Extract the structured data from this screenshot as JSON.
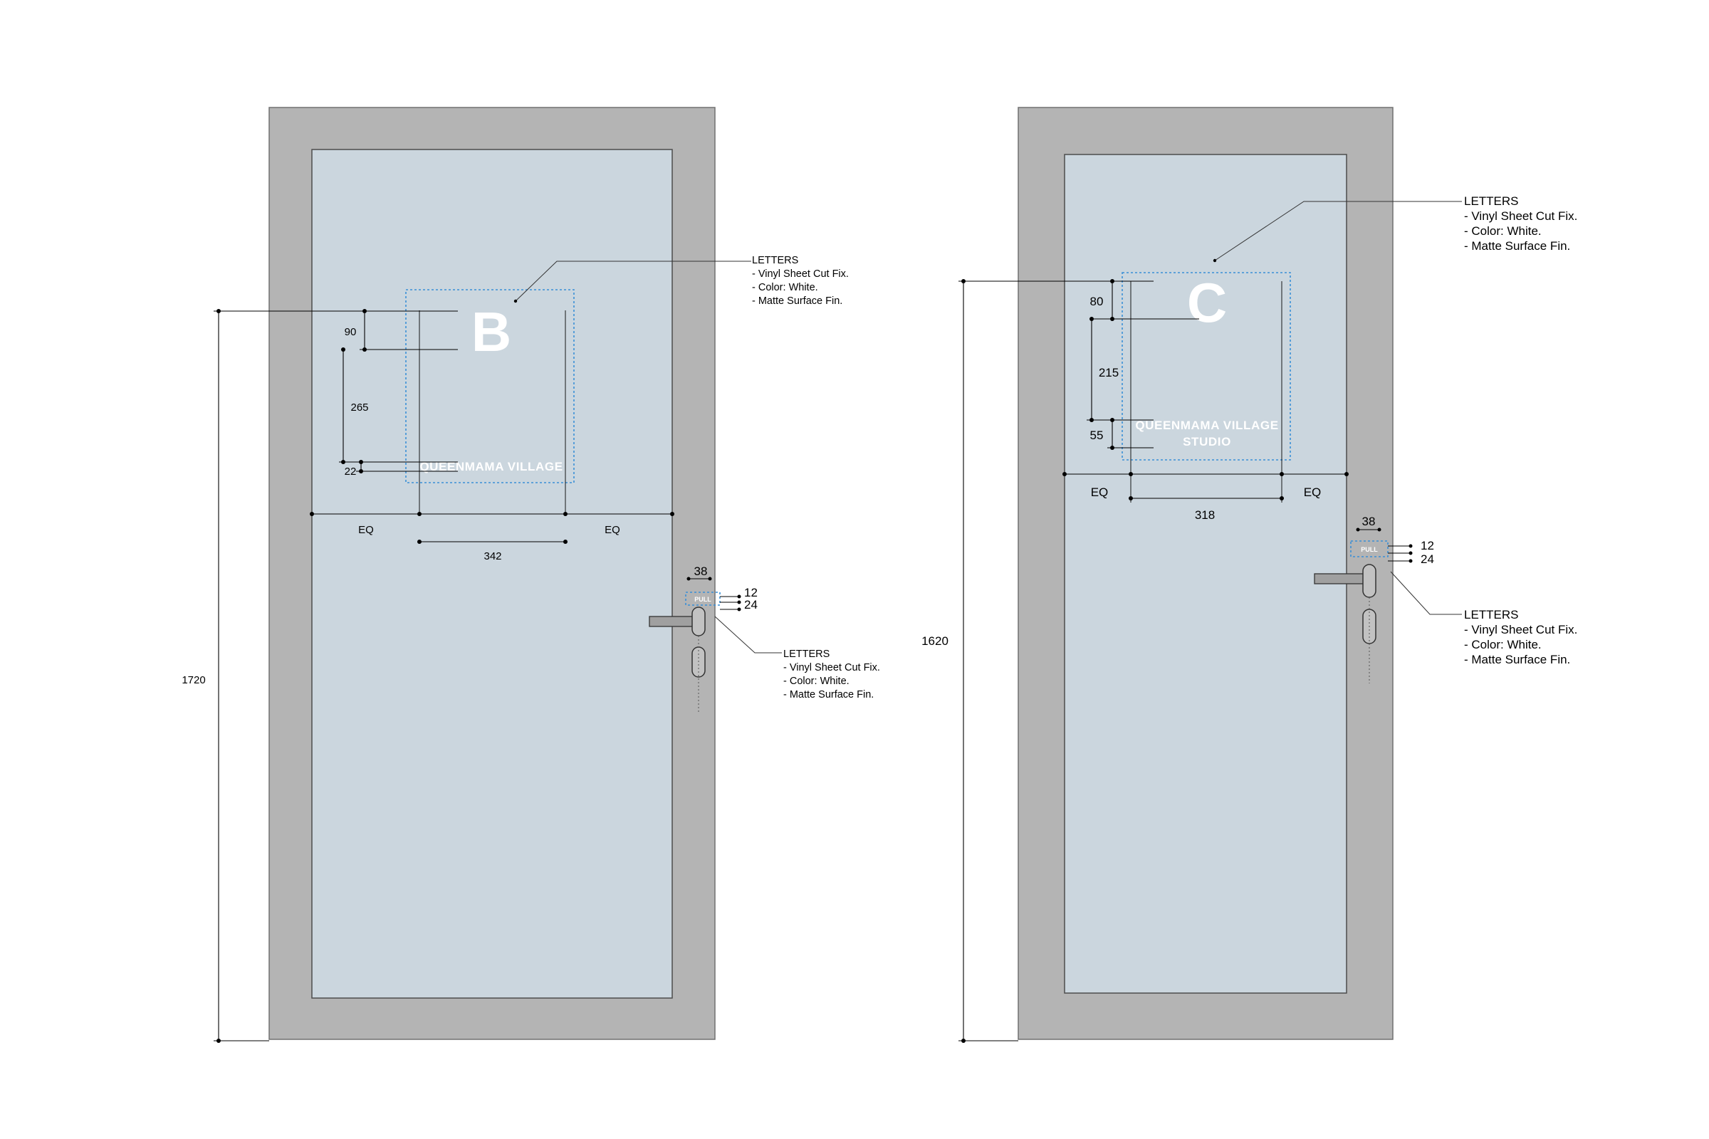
{
  "door_b": {
    "letter": "B",
    "sign_text": "QUEENMAMA VILLAGE",
    "pull_text": "PULL",
    "dims": {
      "height": "1720",
      "top_gap": "90",
      "letter_to_text": "265",
      "text_height": "22",
      "eq_left": "EQ",
      "eq_right": "EQ",
      "width": "342",
      "pull_width": "38",
      "pull_text_h": "12",
      "pull_offset": "24"
    },
    "note_sign": [
      "LETTERS",
      "- Vinyl Sheet Cut Fix.",
      "- Color: White.",
      "- Matte Surface Fin."
    ],
    "note_pull": [
      "LETTERS",
      "- Vinyl Sheet Cut Fix.",
      "- Color: White.",
      "- Matte Surface Fin."
    ]
  },
  "door_c": {
    "letter": "C",
    "sign_line1": "QUEENMAMA VILLAGE",
    "sign_line2": "STUDIO",
    "pull_text": "PULL",
    "dims": {
      "height": "1620",
      "top_gap": "80",
      "letter_to_text": "215",
      "text_height": "55",
      "eq_left": "EQ",
      "eq_right": "EQ",
      "width": "318",
      "pull_width": "38",
      "pull_text_h": "12",
      "pull_offset": "24"
    },
    "note_sign": [
      "LETTERS",
      "- Vinyl Sheet Cut Fix.",
      "- Color: White.",
      "- Matte Surface Fin."
    ],
    "note_pull": [
      "LETTERS",
      "- Vinyl Sheet Cut Fix.",
      "- Color: White.",
      "- Matte Surface Fin."
    ]
  }
}
